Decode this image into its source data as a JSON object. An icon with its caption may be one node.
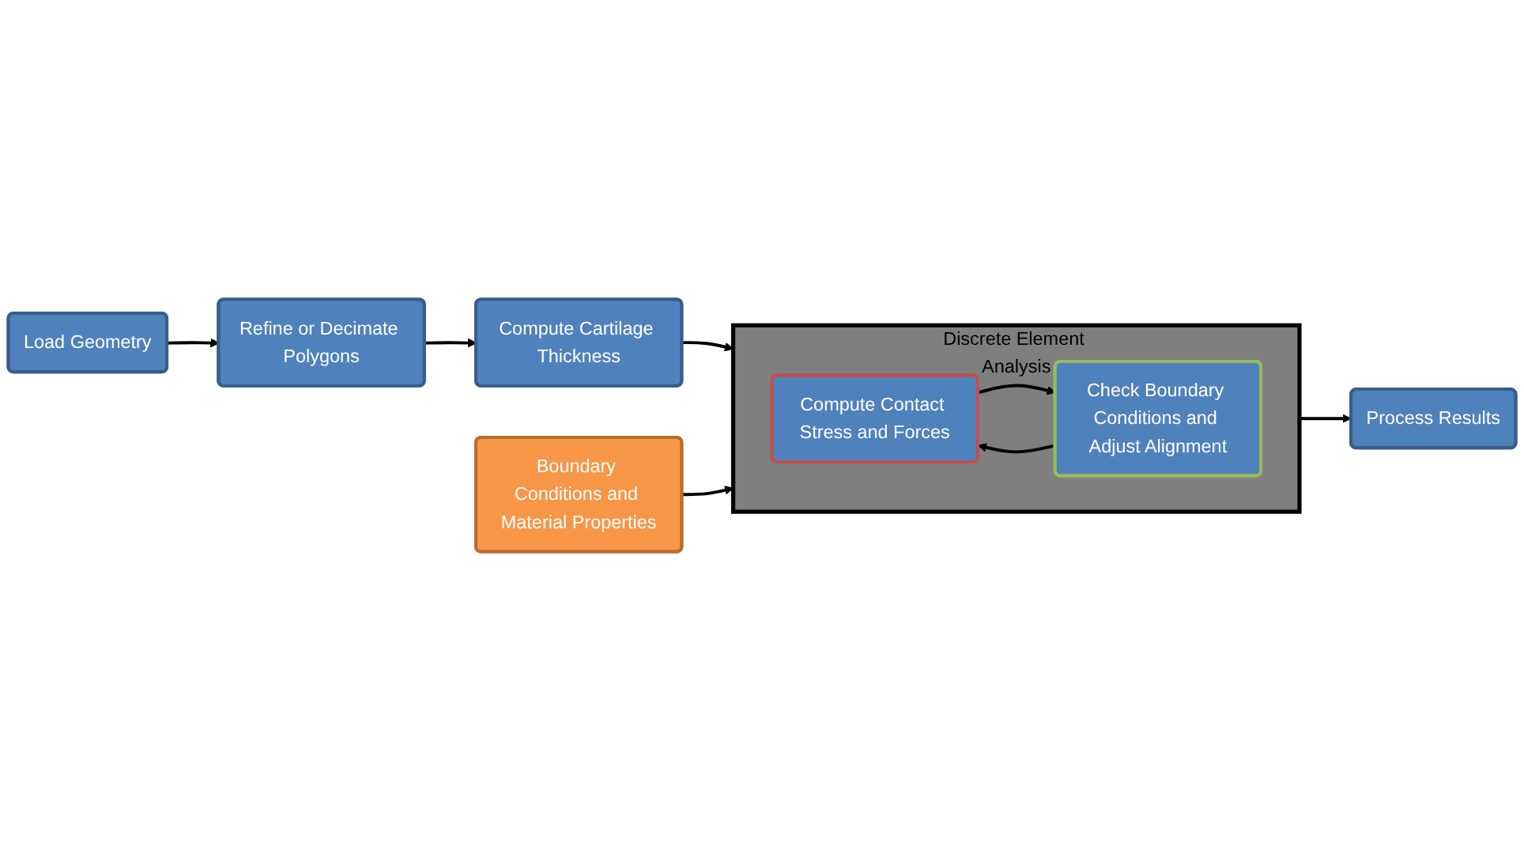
{
  "diagram": {
    "nodes": [
      {
        "text": [
          "Load Geometry"
        ]
      },
      {
        "text": [
          "Refine or Decimate Polygons"
        ]
      },
      {
        "text": [
          "Compute Cartilage Thickness"
        ]
      },
      {
        "text": [
          "Discrete Element Analysis"
        ]
      },
      {
        "text": [
          "Compute Contact Stress and Forces"
        ],
        "in": 3
      },
      {
        "text": [
          "Check Boundary Conditions and Adjust Alignment"
        ],
        "in": 3
      },
      {
        "text": [
          "Process Results"
        ]
      },
      {
        "text": [
          "Boundary Conditions and Material Properties"
        ]
      }
    ],
    "edges": [
      {
        "from": 0,
        "to": 1,
        "arrow": "to"
      },
      {
        "from": 1,
        "to": 2,
        "arrow": "to"
      },
      {
        "from": 2,
        "to": 3,
        "arrow": "to"
      },
      {
        "from": 4,
        "to": 5,
        "arrow": "to"
      },
      {
        "from": 5,
        "to": 4,
        "arrow": "to"
      },
      {
        "from": 3,
        "to": 6,
        "arrow": "to"
      },
      {
        "from": 7,
        "to": 3,
        "arrow": "to"
      }
    ]
  }
}
